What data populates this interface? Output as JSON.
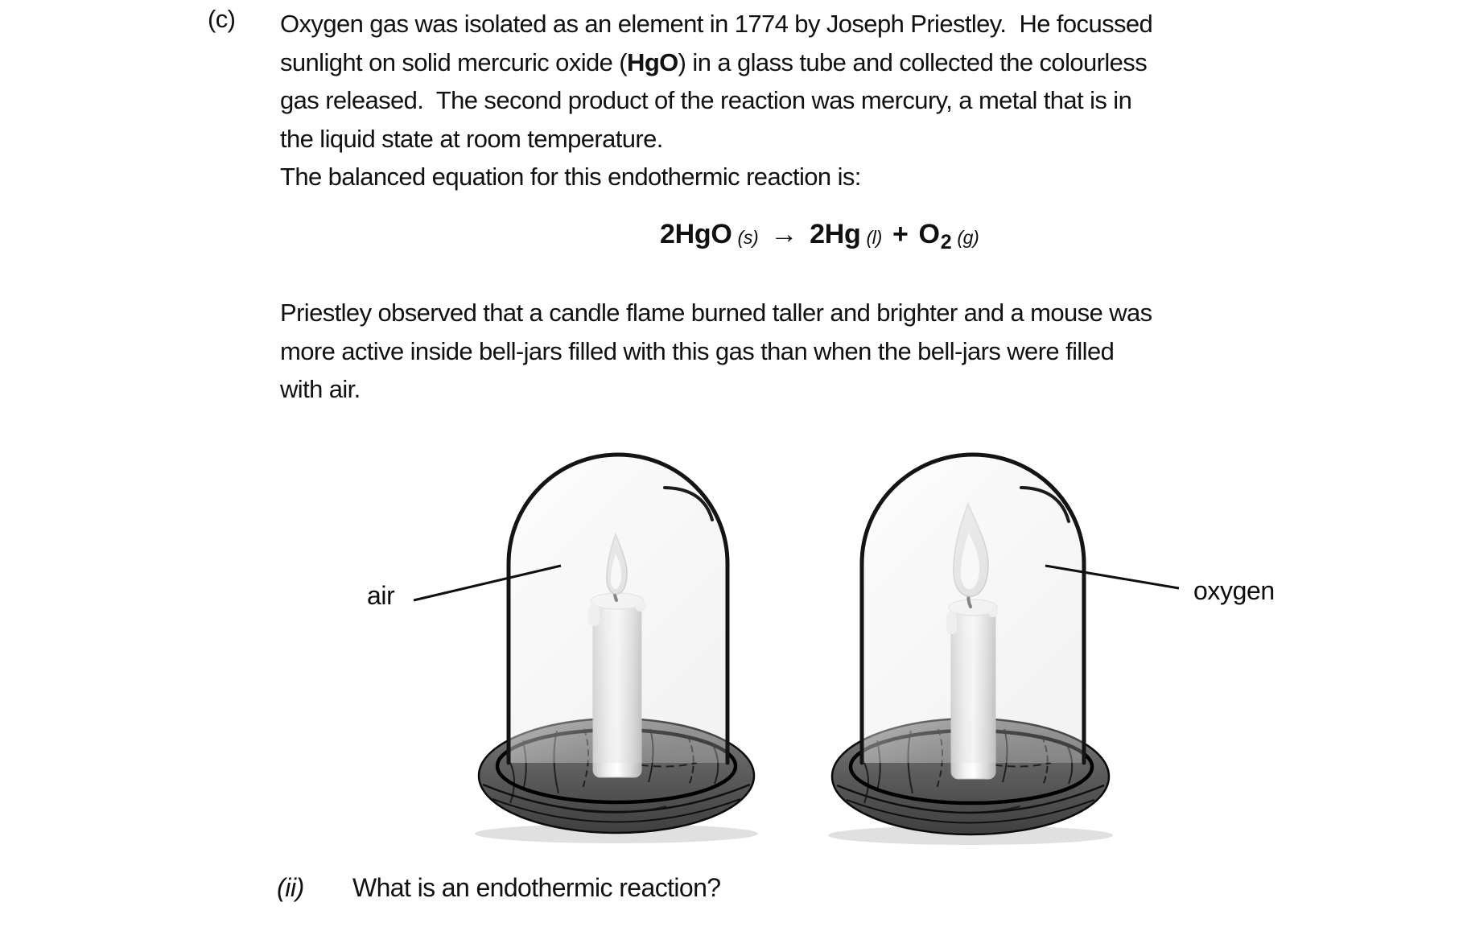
{
  "palette": {
    "text": "#111111",
    "outline_black": "#141414",
    "wood_gray": "#5e5e5e",
    "glass_light": "#f2f2f2",
    "candle_white": "#ffffff"
  },
  "question_c": {
    "label": "(c)",
    "para1": {
      "line1": "Oxygen gas was isolated as an element in 1774 by Joseph Priestley.  He focussed",
      "line2_pre": "sunlight on solid mercuric oxide (",
      "line2_bold": "HgO",
      "line2_post": ") in a glass tube and collected the colourless",
      "line3": "gas released.  The second product of the reaction was mercury, a metal that is in",
      "line4": "the liquid state at room temperature.",
      "line5": "The balanced equation for this endothermic reaction is:"
    },
    "equation": {
      "reactant": "2HgO",
      "reactant_state": "(s)",
      "arrow": "→",
      "product1": "2Hg",
      "product1_state": "(l)",
      "plus": "+",
      "product2_base": "O",
      "product2_sub": "2",
      "product2_state": "(g)"
    },
    "para2": {
      "line1": "Priestley observed that a candle flame burned taller and brighter and a mouse was",
      "line2": "more active inside bell-jars filled with this gas than when the bell-jars were filled",
      "line3": "with air."
    },
    "figure": {
      "left_label": "air",
      "right_label": "oxygen"
    },
    "question_ii": {
      "num": "(ii)",
      "text": "What is an endothermic reaction?"
    }
  }
}
